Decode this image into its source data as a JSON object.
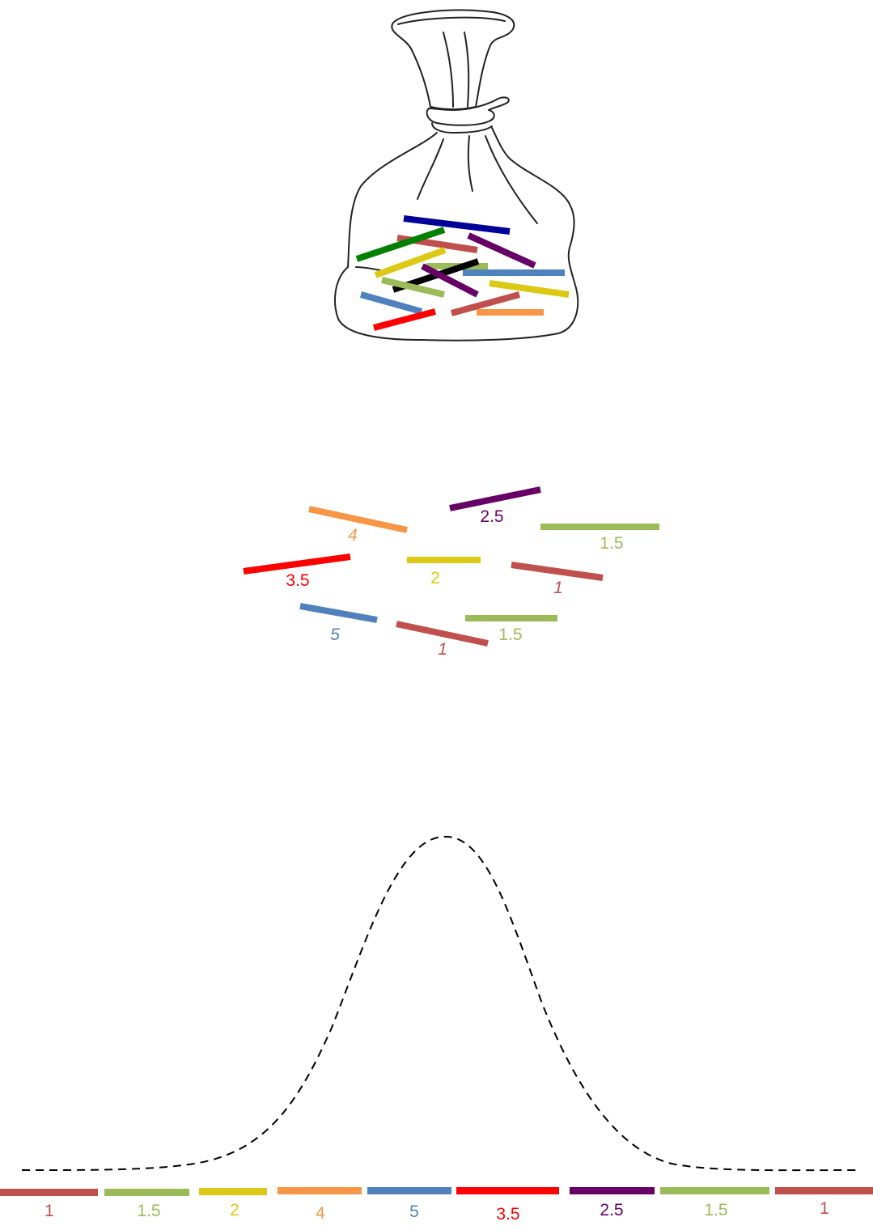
{
  "colors": {
    "brick": "#c0504d",
    "green_light": "#9bbb59",
    "yellow": "#dcc916",
    "orange": "#f79646",
    "blue": "#4f81bd",
    "red": "#ff0000",
    "purple": "#660066",
    "dark_green": "#008000",
    "navy": "#000099",
    "black": "#000000"
  },
  "bag": {
    "sticks": [
      {
        "color": "navy"
      },
      {
        "color": "brick"
      },
      {
        "color": "dark_green"
      },
      {
        "color": "purple"
      },
      {
        "color": "yellow"
      },
      {
        "color": "green_light"
      },
      {
        "color": "blue"
      },
      {
        "color": "black"
      },
      {
        "color": "purple"
      },
      {
        "color": "green_light"
      },
      {
        "color": "yellow"
      },
      {
        "color": "blue"
      },
      {
        "color": "brick"
      },
      {
        "color": "orange"
      },
      {
        "color": "red"
      }
    ]
  },
  "scattered": {
    "sticks": [
      {
        "label": "4",
        "color": "orange"
      },
      {
        "label": "2.5",
        "color": "purple"
      },
      {
        "label": "1.5",
        "color": "green_light"
      },
      {
        "label": "3.5",
        "color": "red"
      },
      {
        "label": "2",
        "color": "yellow"
      },
      {
        "label": "1",
        "color": "brick"
      },
      {
        "label": "5",
        "color": "blue"
      },
      {
        "label": "1",
        "color": "brick"
      },
      {
        "label": "1.5",
        "color": "green_light"
      }
    ]
  },
  "sorted": {
    "sticks": [
      {
        "label": "1",
        "color": "brick"
      },
      {
        "label": "1.5",
        "color": "green_light"
      },
      {
        "label": "2",
        "color": "yellow"
      },
      {
        "label": "4",
        "color": "orange"
      },
      {
        "label": "5",
        "color": "blue"
      },
      {
        "label": "3.5",
        "color": "red"
      },
      {
        "label": "2.5",
        "color": "purple"
      },
      {
        "label": "1.5",
        "color": "green_light"
      },
      {
        "label": "1",
        "color": "brick"
      }
    ]
  }
}
